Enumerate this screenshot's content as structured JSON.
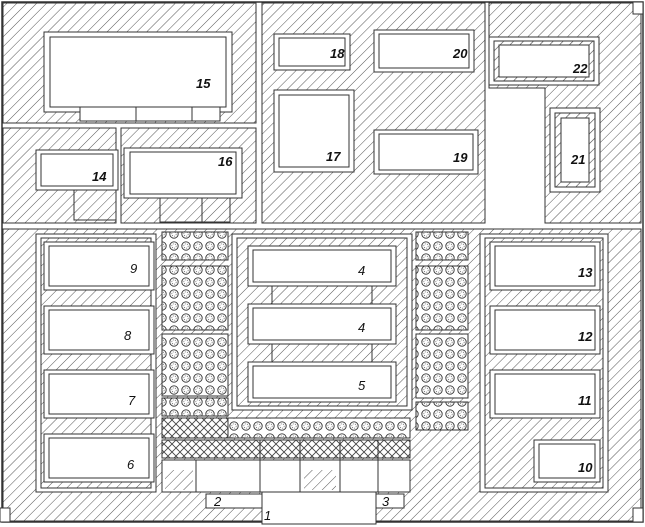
{
  "labels": {
    "b1": "1",
    "b2": "2",
    "b3": "3",
    "b4a": "4",
    "b4b": "4",
    "b5": "5",
    "b6": "6",
    "b7": "7",
    "b8": "8",
    "b9": "9",
    "b10": "10",
    "b11": "11",
    "b12": "12",
    "b13": "13",
    "b14": "14",
    "b15": "15",
    "b16": "16",
    "b17": "17",
    "b18": "18",
    "b19": "19",
    "b20": "20",
    "b21": "21",
    "b22": "22"
  }
}
